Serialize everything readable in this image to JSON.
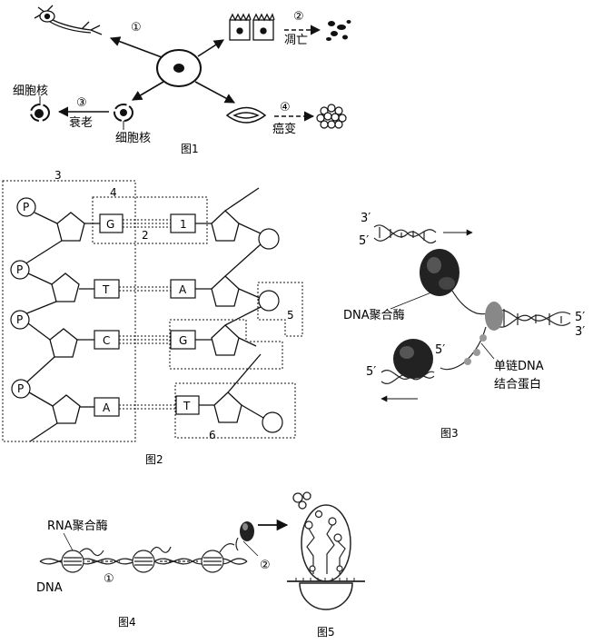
{
  "fig1": {
    "caption": "图1",
    "num1": "①",
    "num2": "②",
    "num3": "③",
    "num4": "④",
    "apoptosis": "凋亡",
    "aging": "衰老",
    "cancer": "癌变",
    "nucleus_top": "细胞核",
    "nucleus_bottom": "细胞核"
  },
  "fig2": {
    "caption": "图2",
    "labels": {
      "l3": "3",
      "l4": "4",
      "l2": "2",
      "l5": "5",
      "l6": "6"
    },
    "phosphate": "P",
    "left_bases": [
      "G",
      "T",
      "C",
      "A"
    ],
    "right_bases": [
      "1",
      "A",
      "G",
      "T"
    ]
  },
  "fig3": {
    "caption": "图3",
    "top_left_3": "3′",
    "top_left_5": "5′",
    "right_5": "5′",
    "right_3": "3′",
    "mid_5": "5′",
    "bottom_left_5": "5′",
    "dna_polymerase": "DNA聚合酶",
    "ssb_line1": "单链DNA",
    "ssb_line2": "结合蛋白"
  },
  "fig4": {
    "caption": "图4",
    "rna_polymerase": "RNA聚合酶",
    "dna": "DNA",
    "num1": "①",
    "num2": "②"
  },
  "fig5": {
    "caption": "图5"
  }
}
